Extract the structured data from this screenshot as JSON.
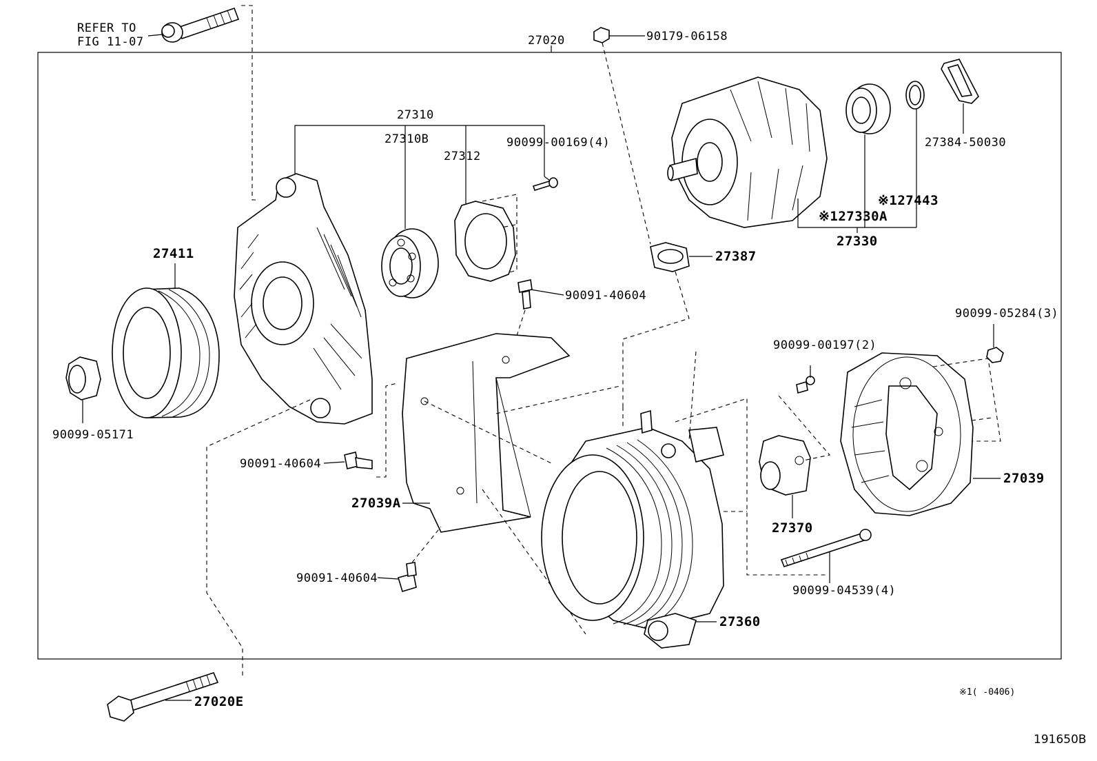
{
  "diagram": {
    "refer_note": [
      "REFER TO",
      "FIG 11-07"
    ],
    "assembly": "27020",
    "labels": {
      "p90179_06158": "90179-06158",
      "p27310": "27310",
      "p27310B": "27310B",
      "p27312": "27312",
      "p90099_00169": "90099-00169(4)",
      "p27384_50030": "27384-50030",
      "p127443": "※127443",
      "p27330A": "※127330A",
      "p27330": "27330",
      "p27387": "27387",
      "p27411": "27411",
      "p90091_40604_top": "90091-40604",
      "p90099_05284": "90099-05284(3)",
      "p90099_00197": "90099-00197(2)",
      "p90099_05171": "90099-05171",
      "p90091_40604_mid": "90091-40604",
      "p27039A": "27039A",
      "p27039": "27039",
      "p27370": "27370",
      "p90091_40604_bot": "90091-40604",
      "p90099_04539": "90099-04539(4)",
      "p27360": "27360",
      "p27020E": "27020E"
    },
    "footnote": "※1(    -0406)",
    "figure_id": "191650B"
  }
}
